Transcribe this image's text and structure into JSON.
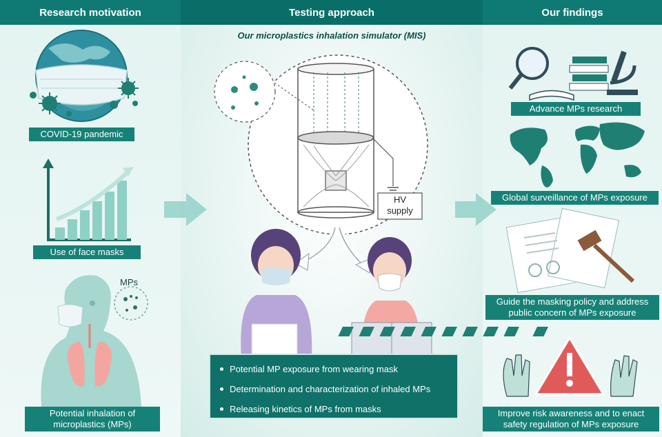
{
  "header": {
    "left": "Research motivation",
    "middle": "Testing approach",
    "right": "Our findings"
  },
  "subtitle": "Our microplastics inhalation simulator (MIS)",
  "left_labels": {
    "covid": "COVID-19 pandemic",
    "masks": "Use of face masks",
    "inhalation_line1": "Potential inhalation of",
    "inhalation_line2": "microplastics (MPs)",
    "mps_tag": "MPs"
  },
  "device": {
    "hv_line1": "HV",
    "hv_line2": "supply"
  },
  "bullets": [
    "Potential MP exposure from wearing mask",
    "Determination and characterization of inhaled MPs",
    "Releasing kinetics of MPs from masks"
  ],
  "right_labels": {
    "research": "Advance MPs research",
    "global": "Global surveillance of MPs exposure",
    "policy_line1": "Guide the masking policy and address",
    "policy_line2": "public concern of MPs exposure",
    "risk_line1": "Improve risk awareness and to enact",
    "risk_line2": "safety regulation of MPs exposure"
  },
  "colors": {
    "primary": "#0f7a73",
    "label_bg": "#168177",
    "accent_red": "#e05a5a",
    "light_teal": "#8fd0c5"
  }
}
